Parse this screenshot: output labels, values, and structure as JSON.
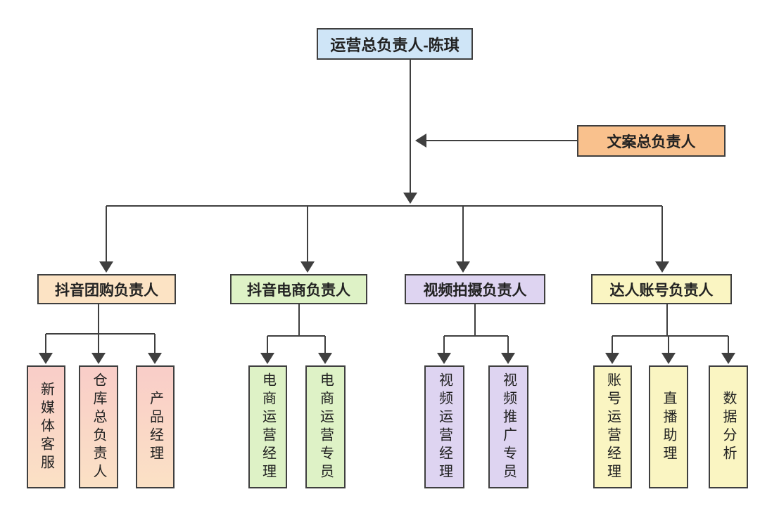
{
  "page": {
    "background": "#ffffff",
    "line_color": "#3f3f3f",
    "border_color": "#3f3f3f"
  },
  "org_chart": {
    "root": {
      "label": "运营总负责人-陈琪",
      "bg": "#cfe5f7"
    },
    "annotation": {
      "label": "文案总负责人",
      "bg": "#f9c18d"
    },
    "groups": [
      {
        "label": "抖音团购负责人",
        "bg": "#fce3c4",
        "child_bg_top": "#f9cdc8",
        "child_bg_bottom": "#fbe1c5",
        "children": [
          "新媒体客服",
          "仓库总负责人",
          "产品经理"
        ]
      },
      {
        "label": "抖音电商负责人",
        "bg": "#def2c6",
        "child_bg": "#def2c6",
        "children": [
          "电商运营经理",
          "电商运营专员"
        ]
      },
      {
        "label": "视频拍摄负责人",
        "bg": "#ded4f1",
        "child_bg": "#ded4f1",
        "children": [
          "视频运营经理",
          "视频推广专员"
        ]
      },
      {
        "label": "达人账号负责人",
        "bg": "#faf5c2",
        "child_bg": "#faf5c2",
        "children": [
          "账号运营经理",
          "直播助理",
          "数据分析"
        ]
      }
    ]
  }
}
